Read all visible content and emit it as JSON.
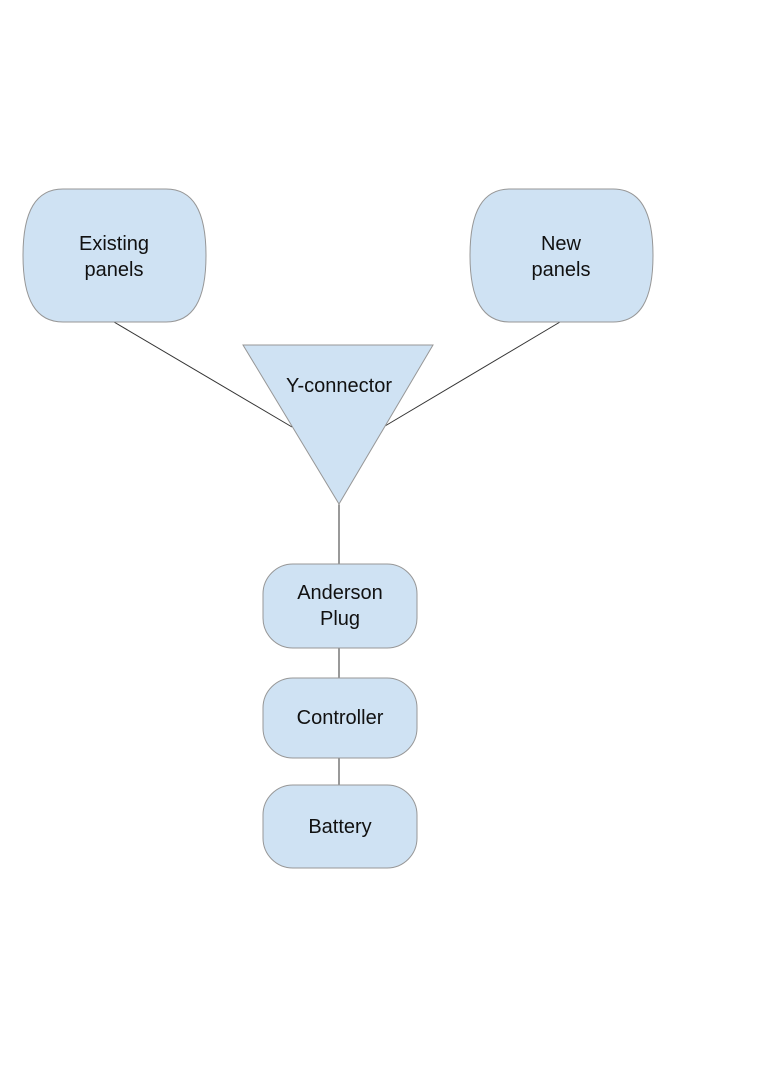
{
  "diagram": {
    "colors": {
      "background": "#ffffff",
      "node_fill": "#cfe2f3",
      "node_stroke": "#979797",
      "edge": "#333333",
      "text": "#111111"
    },
    "nodes": [
      {
        "id": "existing-panels",
        "shape": "rounded-blob",
        "label": "Existing panels",
        "lines": [
          "Existing",
          "panels"
        ]
      },
      {
        "id": "new-panels",
        "shape": "rounded-blob",
        "label": "New panels",
        "lines": [
          "New",
          "panels"
        ]
      },
      {
        "id": "y-connector",
        "shape": "inverted-triangle",
        "label": "Y-connector",
        "lines": [
          "Y-connector"
        ]
      },
      {
        "id": "anderson-plug",
        "shape": "rounded-rectangle",
        "label": "Anderson Plug",
        "lines": [
          "Anderson",
          "Plug"
        ]
      },
      {
        "id": "controller",
        "shape": "rounded-rectangle",
        "label": "Controller",
        "lines": [
          "Controller"
        ]
      },
      {
        "id": "battery",
        "shape": "rounded-rectangle",
        "label": "Battery",
        "lines": [
          "Battery"
        ]
      }
    ],
    "edges": [
      {
        "from": "existing-panels",
        "to": "y-connector"
      },
      {
        "from": "new-panels",
        "to": "y-connector"
      },
      {
        "from": "y-connector",
        "to": "anderson-plug"
      },
      {
        "from": "anderson-plug",
        "to": "controller"
      },
      {
        "from": "controller",
        "to": "battery"
      }
    ]
  }
}
